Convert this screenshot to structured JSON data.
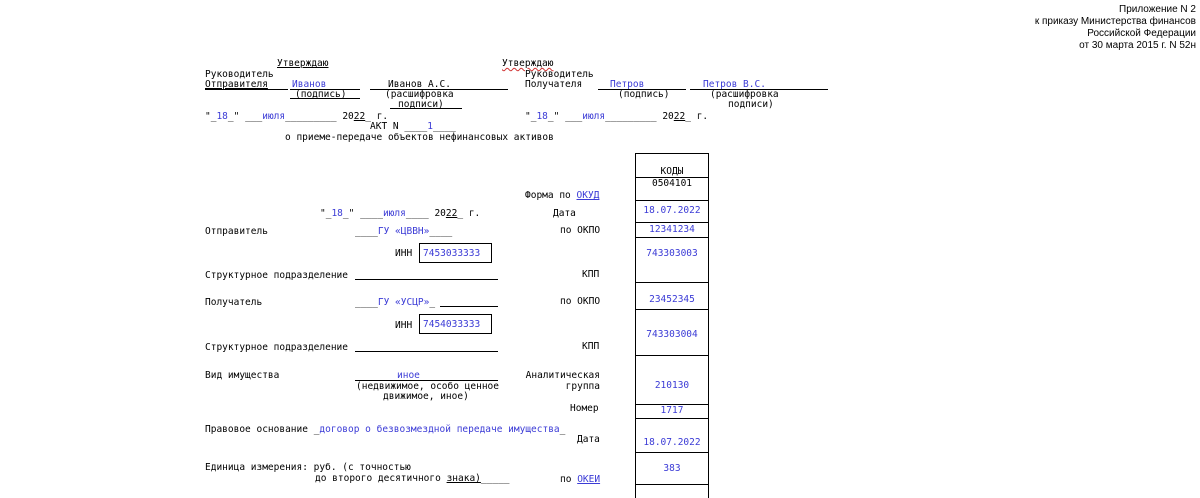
{
  "appendix": {
    "line1": "Приложение N 2",
    "line2": "к приказу Министерства финансов",
    "line3": "Российской Федерации",
    "line4": "от 30 марта 2015 г. N 52н"
  },
  "approve_left": {
    "title": "Утверждаю",
    "role1": "Руководитель",
    "role2": "Отправителя",
    "sign": "Иванов",
    "name": "Иванов А.С.",
    "sign_caption": "(подпись)",
    "name_caption1": "(расшифровка",
    "name_caption2": "подписи)",
    "date_day": "18",
    "date_month": "июля",
    "date_year_prefix": "20",
    "date_year": "22",
    "date_suffix": "г."
  },
  "approve_right": {
    "title": "Утверждаю",
    "role1": "Руководитель",
    "role2": "Получателя",
    "sign": "Петров",
    "name": "Петров В.С.",
    "sign_caption": "(подпись)",
    "name_caption1": "(расшифровка",
    "name_caption2": "подписи)",
    "date_day": "18",
    "date_month": "июля",
    "date_year_prefix": "20",
    "date_year": "22",
    "date_suffix": "г."
  },
  "act": {
    "label": "АКТ N",
    "number": "1",
    "subtitle": "о приеме-передаче объектов нефинансовых активов"
  },
  "codes": {
    "header": "КОДЫ",
    "form_code": "0504101",
    "date": "18.07.2022",
    "okpo_sender": "12341234",
    "kpp_sender": "743303003",
    "okpo_receiver": "23452345",
    "kpp_receiver": "743303004",
    "analytic_group": "210130",
    "number": "1717",
    "doc_date": "18.07.2022",
    "okei": "383"
  },
  "labels": {
    "form_by": "Форма по",
    "okud": "ОКУД",
    "date": "Дата",
    "by_okpo": "по ОКПО",
    "kpp": "КПП",
    "analytic1": "Аналитическая",
    "analytic2": "группа",
    "number": "Номер",
    "date2": "Дата",
    "by": "по",
    "okei": "ОКЕИ",
    "sender": "Отправитель",
    "inn": "ИНН",
    "struct": "Структурное подразделение",
    "receiver": "Получатель",
    "property_kind": "Вид имущества",
    "property_caption1": "(недвижимое, особо ценное",
    "property_caption2": "движимое, иное)",
    "legal_basis": "Правовое основание",
    "unit1": "Единица измерения: руб. (с точностью",
    "unit2": "до второго десятичного",
    "unit3": "знака)"
  },
  "doc_date": {
    "day": "18",
    "month": "июля",
    "year_prefix": "20",
    "year": "22",
    "suffix": "г."
  },
  "sender": {
    "name": "ГУ «ЦВВН»",
    "inn": "7453033333"
  },
  "receiver": {
    "name": "ГУ «УСЦР»",
    "inn": "7454033333"
  },
  "property_kind_value": "иное",
  "legal_basis_value": "договор о безвозмездной передаче имущества"
}
